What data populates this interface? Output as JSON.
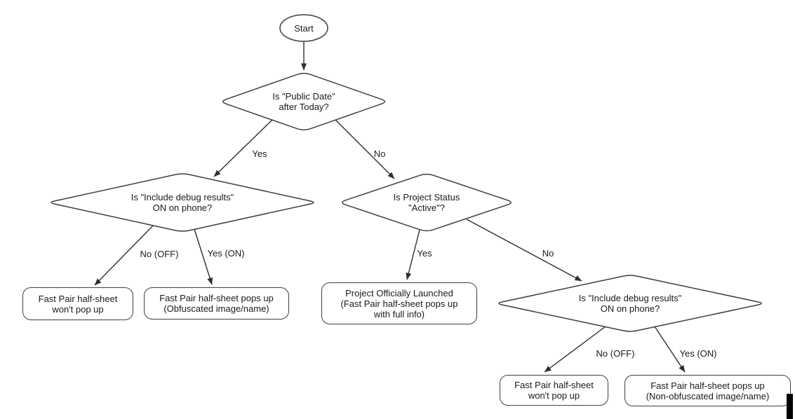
{
  "flowchart": {
    "nodes": {
      "start": {
        "label": "Start"
      },
      "decision_public_date": {
        "label": "Is \"Public Date\"\nafter Today?"
      },
      "decision_debug_left": {
        "label": "Is \"Include debug results\"\nON on phone?"
      },
      "decision_project_status": {
        "label": "Is Project Status\n\"Active\"?"
      },
      "decision_debug_right": {
        "label": "Is \"Include debug results\"\nON on phone?"
      },
      "outcome_no_popup_left": {
        "label": "Fast Pair half-sheet\nwon't pop up"
      },
      "outcome_obfuscated": {
        "label": "Fast Pair half-sheet pops up\n(Obfuscated image/name)"
      },
      "outcome_launched": {
        "label": "Project Officially Launched\n(Fast Pair half-sheet pops up\nwith full info)"
      },
      "outcome_no_popup_right": {
        "label": "Fast Pair half-sheet\nwon't pop up"
      },
      "outcome_non_obfuscated": {
        "label": "Fast Pair half-sheet pops up\n(Non-obfuscated image/name)"
      }
    },
    "edge_labels": {
      "public_date_yes": "Yes",
      "public_date_no": "No",
      "debug_left_no": "No (OFF)",
      "debug_left_yes": "Yes (ON)",
      "project_yes": "Yes",
      "project_no": "No",
      "debug_right_no": "No (OFF)",
      "debug_right_yes": "Yes (ON)"
    },
    "colors": {
      "shape_stroke": "#3f3f3f",
      "arrow": "#2e2e2e",
      "text": "#1a1a1a",
      "canvas_background": "#ffffff"
    }
  }
}
